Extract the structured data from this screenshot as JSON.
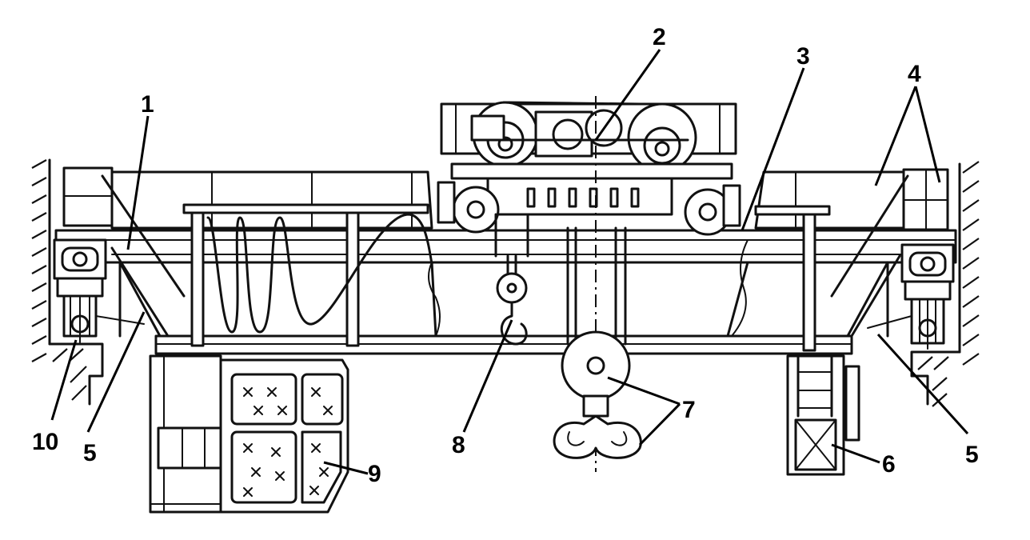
{
  "labels": {
    "girder": "1",
    "trolley": "2",
    "rail": "3",
    "end_beam": "4",
    "walkway_left": "5",
    "walkway_right": "5",
    "ladder": "6",
    "main_hook": "7",
    "aux_hook": "8",
    "cab": "9",
    "wheel": "10"
  }
}
